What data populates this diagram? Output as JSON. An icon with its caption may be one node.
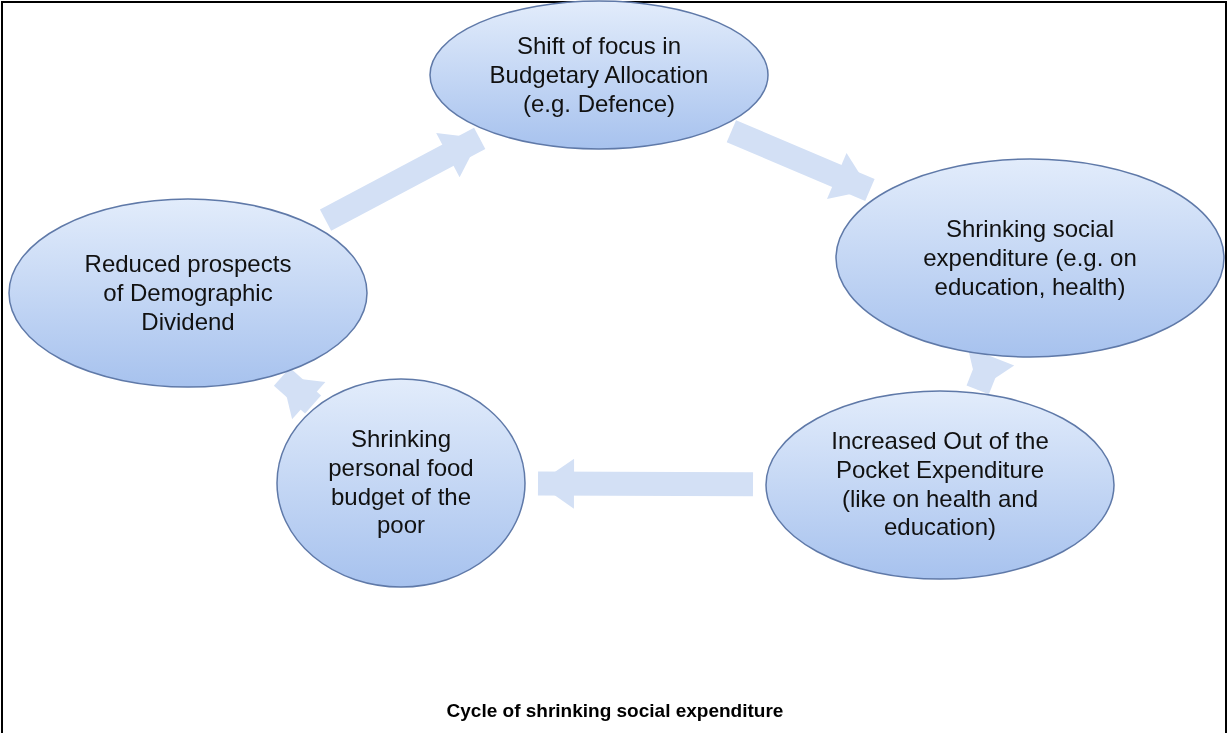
{
  "diagram": {
    "caption": "Cycle of shrinking social expenditure",
    "nodes": [
      {
        "text": [
          "Shift of focus in Budgetary Allocation (e.g. Defence)"
        ]
      },
      {
        "text": [
          "Shrinking social expenditure (e.g. on education, health)"
        ]
      },
      {
        "text": [
          "Increased Out of the Pocket Expenditure (like on health and education)"
        ]
      },
      {
        "text": [
          "Shrinking personal food budget of the poor"
        ]
      },
      {
        "text": [
          "Reduced prospects of Demographic Dividend"
        ]
      }
    ],
    "edges": [
      {
        "from": 0,
        "to": 1,
        "arrow": "to"
      },
      {
        "from": 1,
        "to": 2,
        "arrow": "to"
      },
      {
        "from": 2,
        "to": 3,
        "arrow": "to"
      },
      {
        "from": 3,
        "to": 4,
        "arrow": "to"
      },
      {
        "from": 4,
        "to": 0,
        "arrow": "to"
      }
    ]
  }
}
